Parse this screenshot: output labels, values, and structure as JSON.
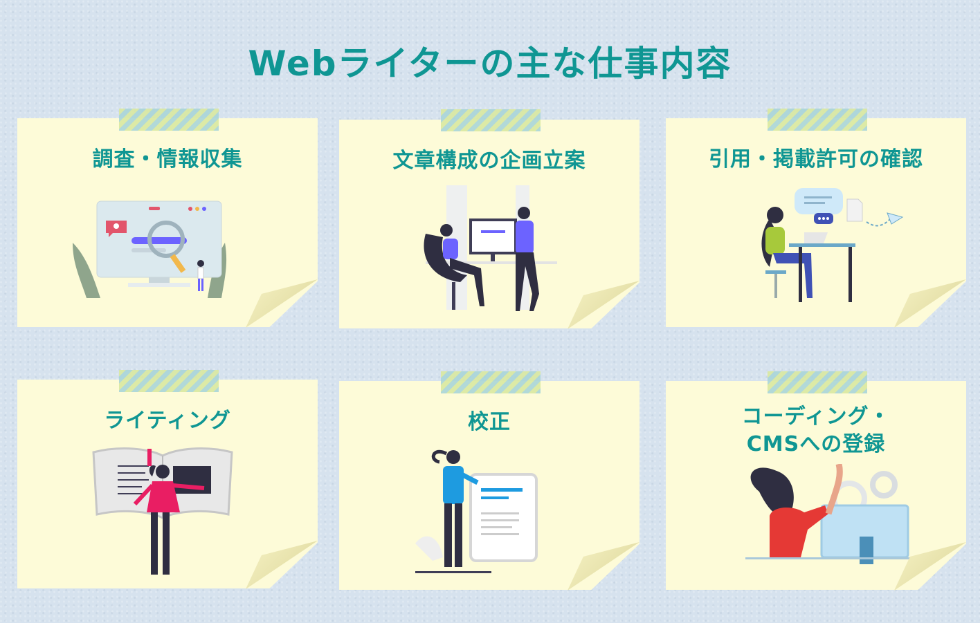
{
  "title": "Webライターの主な仕事内容",
  "cards": [
    {
      "label": "調査・情報収集"
    },
    {
      "label": "文章構成の企画立案"
    },
    {
      "label": "引用・掲載許可の確認"
    },
    {
      "label": "ライティング"
    },
    {
      "label": "校正"
    },
    {
      "label_line1": "コーディング・",
      "label_line2": "CMSへの登録"
    }
  ],
  "colors": {
    "accent": "#0f9693",
    "card": "#fdfbd8",
    "background": "#d6e2ee"
  }
}
